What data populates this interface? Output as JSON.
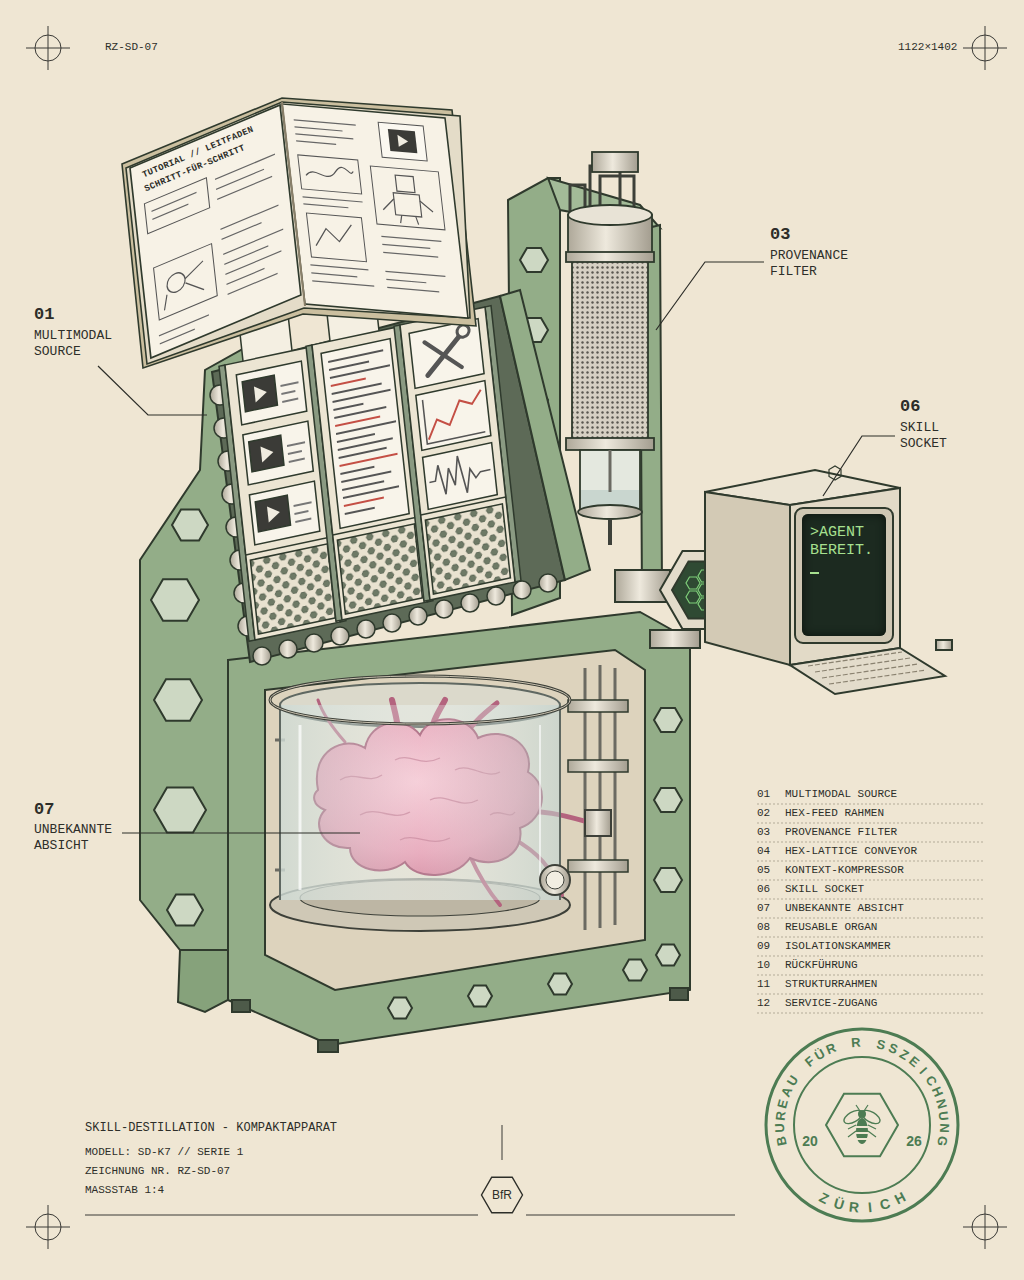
{
  "diagram": {
    "title": "SKILL-DESTILLATION - KOMPAKTAPPARAT",
    "nodes": [
      {
        "text": [
          ">AGENT BEREIT."
        ]
      },
      {
        "text": [
          "BfR"
        ]
      },
      {
        "text": [
          "BUREAU FÜR R SSZEICHNUNG",
          "20",
          "26",
          "ZÜRICH"
        ]
      }
    ],
    "labels": [
      "RZ-SD-07",
      "1122×1402",
      "TUTORIAL // LEITFADEN",
      "SCHRITT-FÜR-SCHRITT",
      "03",
      "PROVENANCE FILTER",
      "01",
      "MULTIMODAL SOURCE",
      "06",
      "SKILL SOCKET",
      "07",
      "UNBEKANNTE ABSICHT",
      "01",
      "MULTIMODAL SOURCE",
      "02",
      "HEX-FEED RAHMEN",
      "03",
      "PROVENANCE FILTER",
      "04",
      "HEX-LATTICE CONVEYOR",
      "05",
      "KONTEXT-KOMPRESSOR",
      "06",
      "SKILL SOCKET",
      "07",
      "UNBEKANNTE ABSICHT",
      "08",
      "REUSABLE ORGAN",
      "09",
      "ISOLATIONSKAMMER",
      "10",
      "RÜCKFÜHRUNG",
      "11",
      "STRUKTURRAHMEN",
      "12",
      "SERVICE-ZUGANG",
      "MODELL: SD-K7 // SERIE 1",
      "ZEICHNUNG NR. RZ-SD-07",
      "MASSSTAB 1:4"
    ]
  }
}
